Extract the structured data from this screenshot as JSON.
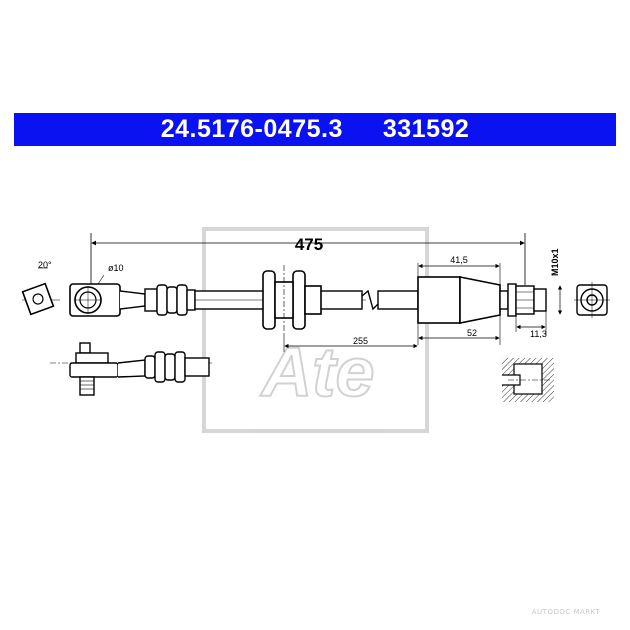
{
  "header": {
    "part_number": "24.5176-0475.3",
    "ref_number": "331592",
    "color": "#0b12f2"
  },
  "dimensions": {
    "total_length": "475",
    "angle": "20°",
    "eye_diameter": "ø10",
    "thread": "M10x1",
    "fitting_length": "41,5",
    "sleeve_length": "52",
    "distance": "255",
    "nut_length": "11,3"
  },
  "brand_logo": "Ate",
  "watermark": "AUTODOC MARKT"
}
